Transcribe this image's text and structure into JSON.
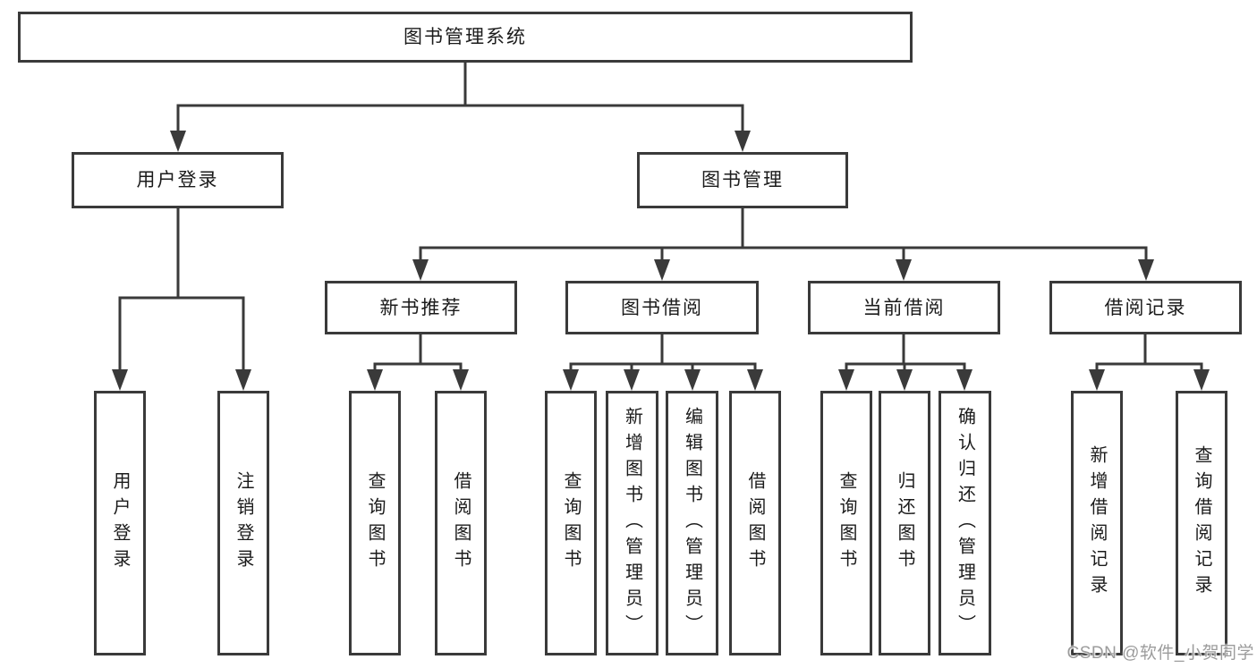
{
  "nodes": {
    "root": {
      "label": "图书管理系统"
    },
    "user_login": {
      "label": "用户登录"
    },
    "book_mgmt": {
      "label": "图书管理"
    },
    "new_book_rec": {
      "label": "新书推荐"
    },
    "book_borrow": {
      "label": "图书借阅"
    },
    "current_borrow": {
      "label": "当前借阅"
    },
    "borrow_records": {
      "label": "借阅记录"
    },
    "leaf_user_login": {
      "label": "用户登录"
    },
    "leaf_logout": {
      "label": "注销登录"
    },
    "leaf_query_book_newrec": {
      "label": "查询图书"
    },
    "leaf_borrow_book_newrec": {
      "label": "借阅图书"
    },
    "leaf_query_book_borrow": {
      "label": "查询图书"
    },
    "leaf_add_book": {
      "label": "新增图书（管理员）"
    },
    "leaf_edit_book": {
      "label": "编辑图书（管理员）"
    },
    "leaf_borrow_book_borrow": {
      "label": "借阅图书"
    },
    "leaf_query_book_current": {
      "label": "查询图书"
    },
    "leaf_return_book": {
      "label": "归还图书"
    },
    "leaf_confirm_return": {
      "label": "确认归还（管理员）"
    },
    "leaf_add_record": {
      "label": "新增借阅记录"
    },
    "leaf_query_record": {
      "label": "查询借阅记录"
    }
  },
  "hierarchy": {
    "图书管理系统": {
      "用户登录": [
        "用户登录",
        "注销登录"
      ],
      "图书管理": {
        "新书推荐": [
          "查询图书",
          "借阅图书"
        ],
        "图书借阅": [
          "查询图书",
          "新增图书（管理员）",
          "编辑图书（管理员）",
          "借阅图书"
        ],
        "当前借阅": [
          "查询图书",
          "归还图书",
          "确认归还（管理员）"
        ],
        "借阅记录": [
          "新增借阅记录",
          "查询借阅记录"
        ]
      }
    }
  },
  "watermark": {
    "text": "CSDN @软件_小贺同学"
  },
  "colors": {
    "line": "#3a3a3a",
    "text": "#1b1b1b",
    "watermark": "#9c9c9c",
    "background": "#ffffff"
  }
}
